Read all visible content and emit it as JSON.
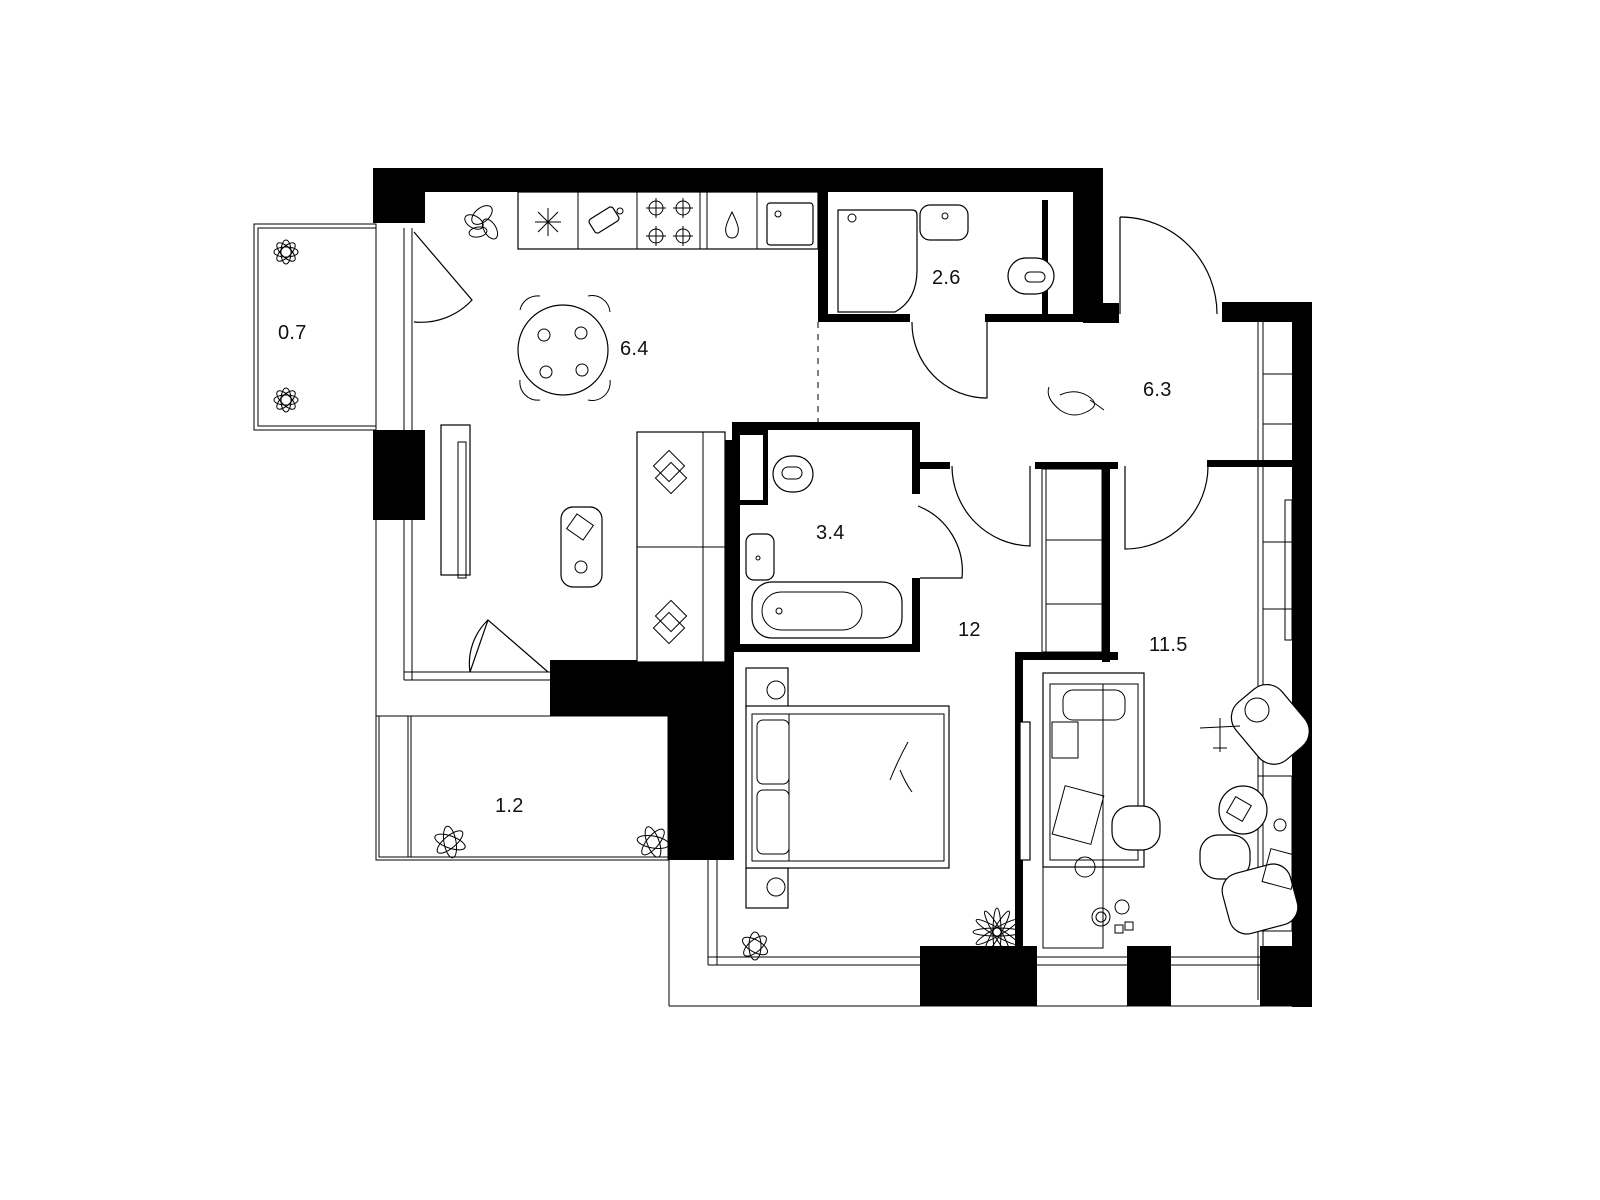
{
  "plan": {
    "type": "apartment floor plan",
    "colors": {
      "walls": "#000000",
      "background": "#ffffff",
      "lines": "#000000"
    },
    "rooms": [
      {
        "id": "balcony-left",
        "label": "0.7",
        "type": "loggia"
      },
      {
        "id": "kitchen",
        "label": "6.4",
        "type": "kitchen-dining"
      },
      {
        "id": "bathroom-top",
        "label": "2.6",
        "type": "bathroom"
      },
      {
        "id": "hallway",
        "label": "6.3",
        "type": "hallway"
      },
      {
        "id": "bathroom-mid",
        "label": "3.4",
        "type": "bathroom"
      },
      {
        "id": "bedroom",
        "label": "12",
        "type": "bedroom"
      },
      {
        "id": "kids-room",
        "label": "11.5",
        "type": "children's room"
      },
      {
        "id": "balcony-bottom",
        "label": "1.2",
        "type": "loggia"
      }
    ]
  }
}
